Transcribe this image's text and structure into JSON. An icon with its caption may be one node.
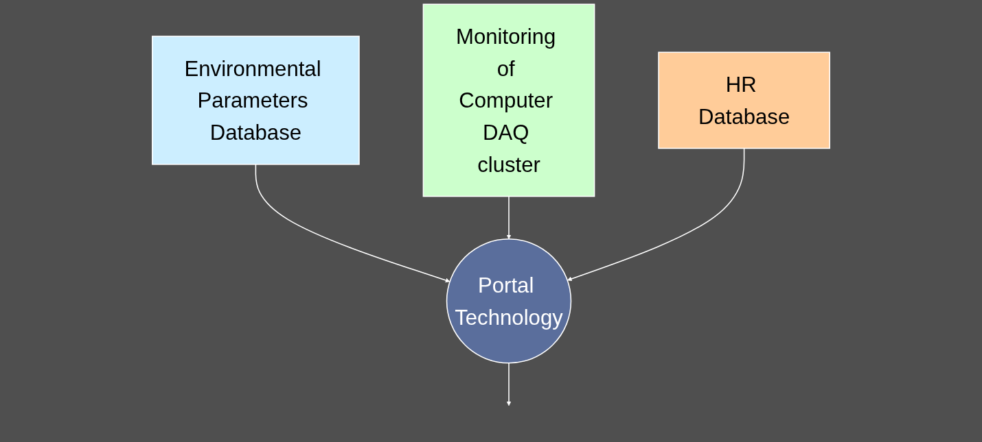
{
  "diagram": {
    "nodes": [
      {
        "text": [
          "Environmental Parameters Database"
        ]
      },
      {
        "text": [
          "Monitoring of Computer DAQ cluster"
        ]
      },
      {
        "text": [
          "HR Database"
        ]
      },
      {
        "text": [
          "Portal Technology"
        ]
      }
    ],
    "edges": [
      {
        "from": 0,
        "to": 3,
        "arrow": "to"
      },
      {
        "from": 1,
        "to": 3,
        "arrow": "to"
      },
      {
        "from": 2,
        "to": 3,
        "arrow": "to"
      },
      {
        "from": 3,
        "to": null,
        "arrow": "to"
      }
    ]
  }
}
